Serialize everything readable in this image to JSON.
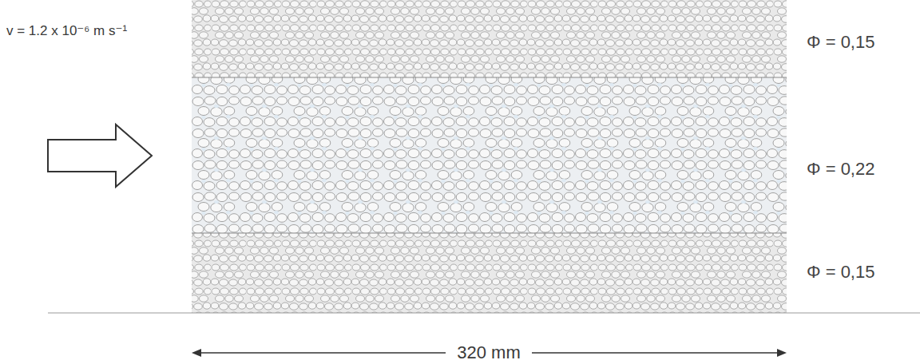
{
  "diagram": {
    "nodes": [
      {
        "text": [
          "Φ = 0,15"
        ]
      },
      {
        "text": [
          "Φ = 0,22"
        ]
      },
      {
        "text": [
          "Φ = 0,15"
        ]
      }
    ],
    "labels": [
      "v = 1.2 x 10⁻⁶ m s⁻¹",
      "320 mm"
    ]
  }
}
